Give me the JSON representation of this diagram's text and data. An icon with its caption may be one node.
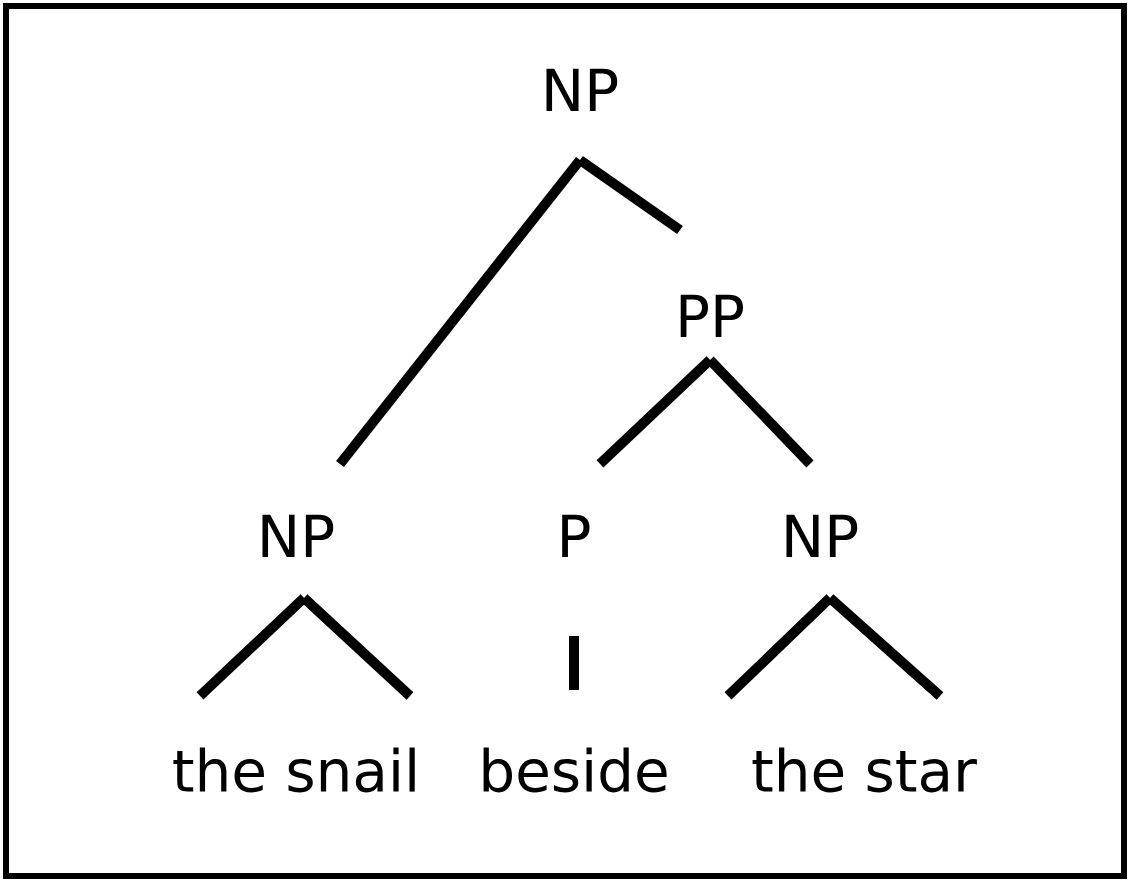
{
  "diagram": {
    "nodes": [
      {
        "text": [
          "NP"
        ]
      },
      {
        "text": [
          "PP"
        ]
      },
      {
        "text": [
          "NP"
        ]
      },
      {
        "text": [
          "P"
        ]
      },
      {
        "text": [
          "NP"
        ]
      },
      {
        "text": [
          "the snail"
        ]
      },
      {
        "text": [
          "beside"
        ]
      },
      {
        "text": [
          "the star"
        ]
      }
    ],
    "edges": [
      {
        "from": 0,
        "to": 2,
        "arrow": "none"
      },
      {
        "from": 0,
        "to": 1,
        "arrow": "none"
      },
      {
        "from": 1,
        "to": 3,
        "arrow": "none"
      },
      {
        "from": 1,
        "to": 4,
        "arrow": "none"
      },
      {
        "from": 2,
        "to": 5,
        "arrow": "none"
      },
      {
        "from": 3,
        "to": 6,
        "arrow": "none"
      },
      {
        "from": 4,
        "to": 7,
        "arrow": "none"
      }
    ]
  }
}
